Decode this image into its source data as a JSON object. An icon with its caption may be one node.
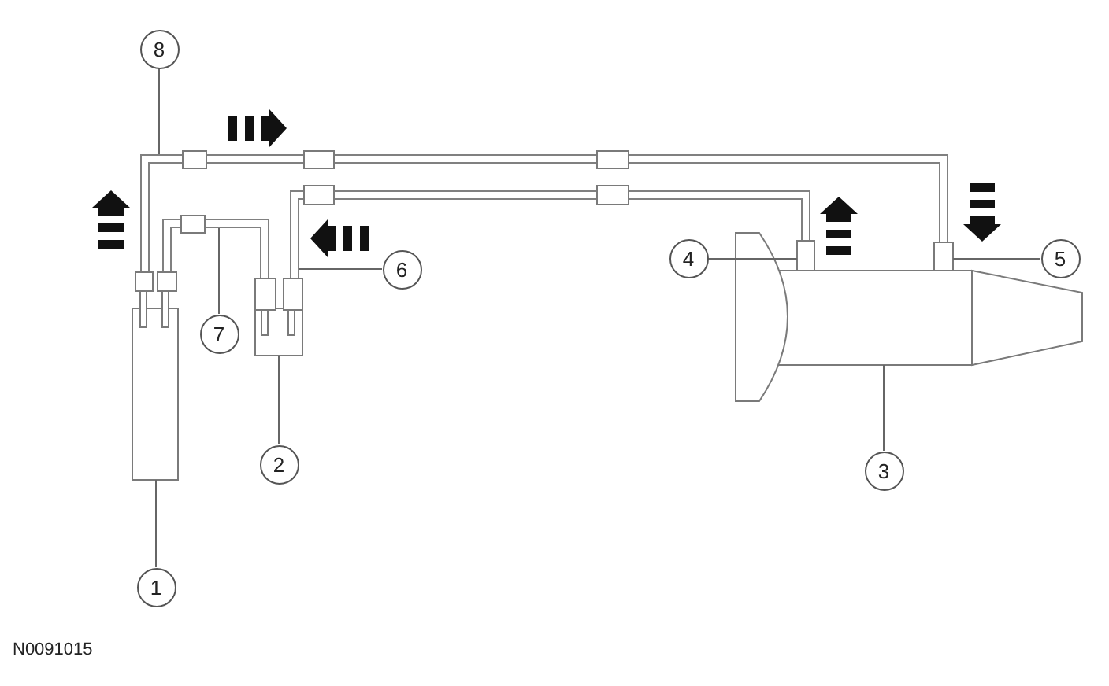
{
  "diagram": {
    "nodes": [
      {
        "text": [
          "1"
        ]
      },
      {
        "text": [
          "2"
        ]
      },
      {
        "text": [
          "3"
        ]
      },
      {
        "text": [
          "4"
        ]
      },
      {
        "text": [
          "5"
        ]
      },
      {
        "text": [
          "6"
        ]
      },
      {
        "text": [
          "7"
        ]
      },
      {
        "text": [
          "8"
        ]
      }
    ],
    "edges": [
      {
        "from": 0,
        "to": null,
        "arrow": "none"
      },
      {
        "from": 1,
        "to": null,
        "arrow": "none"
      },
      {
        "from": 2,
        "to": null,
        "arrow": "none"
      },
      {
        "from": 3,
        "to": null,
        "arrow": "none"
      },
      {
        "from": 4,
        "to": null,
        "arrow": "none"
      },
      {
        "from": 5,
        "to": null,
        "arrow": "none"
      },
      {
        "from": 6,
        "to": null,
        "arrow": "none"
      },
      {
        "from": 7,
        "to": null,
        "arrow": "none"
      }
    ],
    "labels": [
      "N0091015"
    ]
  }
}
